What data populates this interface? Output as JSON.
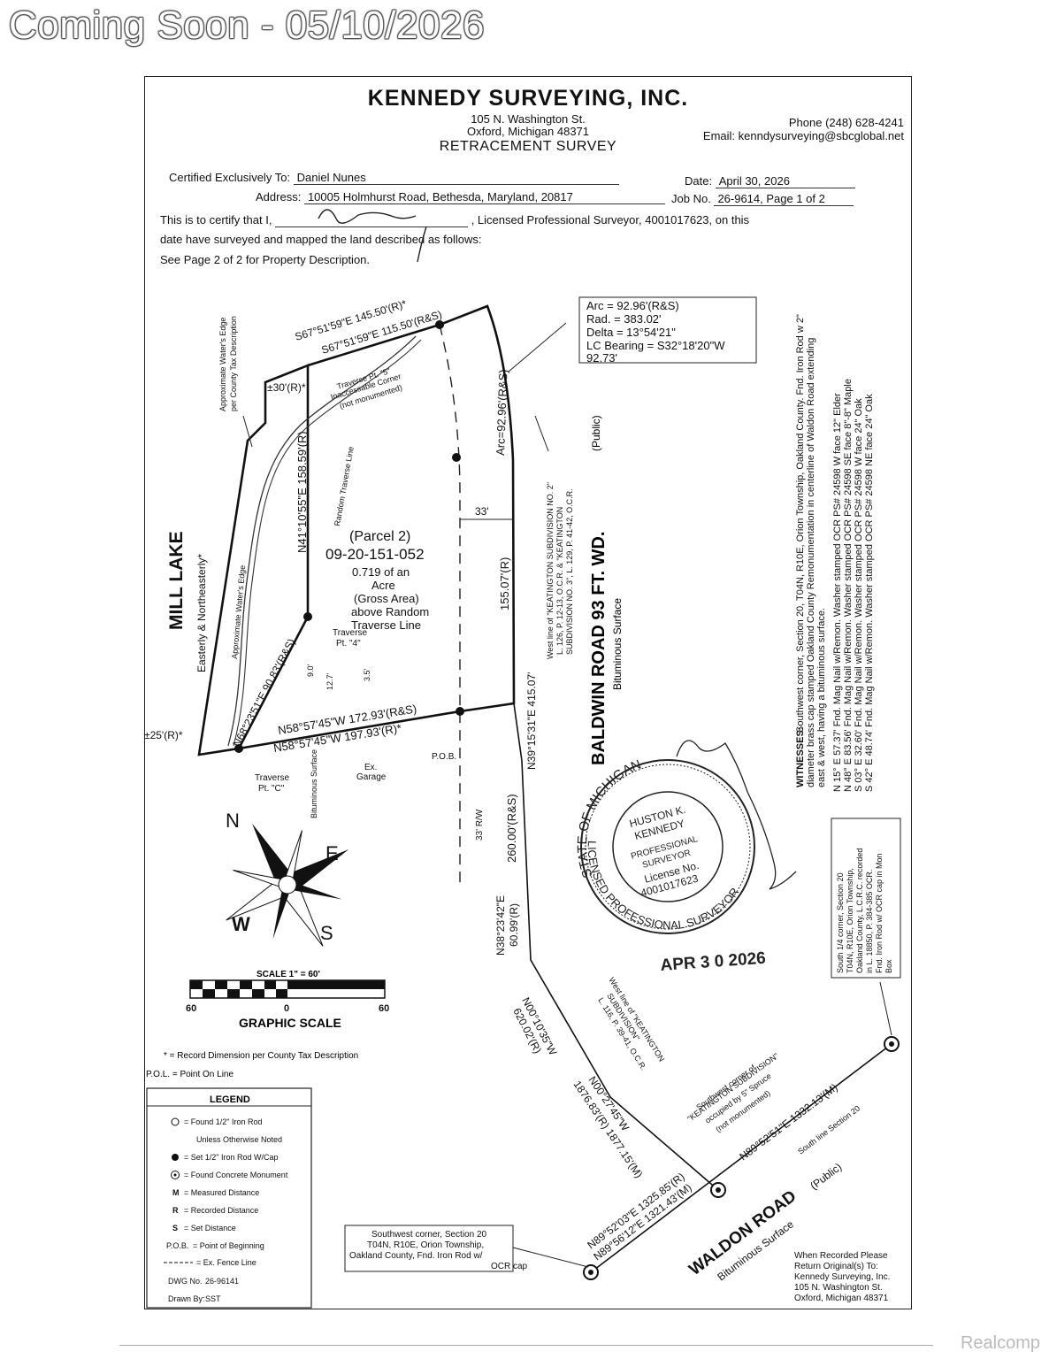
{
  "overlay": {
    "coming_soon": "Coming Soon - 05/10/2026"
  },
  "header": {
    "company": "KENNEDY SURVEYING, INC.",
    "street": "105 N. Washington St.",
    "city": "Oxford, Michigan   48371",
    "survey_type": "RETRACEMENT SURVEY",
    "phone": "Phone (248) 628-4241",
    "email": "Email: kenndysurveying@sbcglobal.net"
  },
  "cert": {
    "certified_label": "Certified Exclusively To:",
    "certified_to": "Daniel Nunes",
    "address_label": "Address:",
    "address": "10005 Holmhurst Road, Bethesda, Maryland, 20817",
    "date_label": "Date:",
    "date": "April 30, 2026",
    "job_label": "Job No.",
    "job": "26-9614, Page 1 of 2",
    "line1_a": "This is to certify that I,",
    "line1_b": ", Licensed Professional Surveyor, 4001017623, on this",
    "line2": "date have surveyed and mapped the land described as follows:",
    "line3": "See Page 2 of 2 for Property Description."
  },
  "labels": {
    "mill_lake": "MILL LAKE",
    "easterly": "Easterly & Northeasterly*",
    "water_edge1": "Approximate Water's Edge",
    "water_edge2": "per County Tax Description",
    "water_edge3": "Approximate Water's Edge",
    "top_b1": "S67°51'59\"E 145.50'(R)*",
    "top_b2": "S67°51'59\"E 115.50'(R&S)",
    "plus30": "±30'(R)*",
    "trav5a": "Traverse Pt. \"5\"",
    "trav5b": "Inaccessable Corner",
    "trav5c": "(not monumented)",
    "random_trav": "Random Traverse Line",
    "left_b": "N41°10'55\"E 158.59'(R)",
    "parcel1": "(Parcel 2)",
    "parcel2": "09-20-151-052",
    "parcel3": "0.719 of an",
    "parcel4": "Acre",
    "parcel5": "(Gross Area)",
    "parcel6": "above Random",
    "parcel7": "Traverse Line",
    "arc_side": "Arc=92.96'(R&S)",
    "d33": "33'",
    "d155": "155.07'(R)",
    "curve1": "Arc = 92.96'(R&S)",
    "curve2": "Rad. = 383.02'",
    "curve3": "Delta = 13°54'21\"",
    "curve4": "LC Bearing = S32°18'20\"W",
    "curve5": "92.73'",
    "keat1": "West line of \"KEATINGTON SUBDIVISION NO. 2\"",
    "keat2": "L. 126, P. 12-13, O.C.R. & \"KEATINGTON",
    "keat3": "SUBDIVISION NO. 3\", L. 129, P. 41-42, O.C.R.",
    "public1": "(Public)",
    "baldwin": "BALDWIN ROAD 93 FT. WD.",
    "bitum1": "Bituminous Surface",
    "trav4a": "Traverse",
    "trav4b": "Pt. \"4\"",
    "sw_b": "N68°23'51\"E 90.83'(R&S)",
    "d9": "9.0'",
    "d127": "12.7'",
    "d35": "3.5'",
    "bot_b1": "N58°57'45\"W  172.93'(R&S)",
    "bot_b2": "N58°57'45\"W  197.93'(R)*",
    "plus25": "±25'(R)*",
    "travca": "Traverse",
    "travcb": "Pt. \"C\"",
    "bitdrive": "Bituminous Surface",
    "garage1": "Ex.",
    "garage2": "Garage",
    "pob": "P.O.B.",
    "d415": "N39°15'31\"E  415.07'",
    "d260": "260.00'(R&S)",
    "rw33": "33' R/W",
    "d6099a": "N38°23'42\"E",
    "d6099b": "60.99'(R)",
    "witnesses_title": "WITNESSES:",
    "w_desc1": "Southwest corner, Section 20, T04N, R10E, Orion Township, Oakland County. Fnd. Iron Rod w 2\"",
    "w_desc2": "diameter brass cap stamped Oakland County Remonumentation in centerline of Waldon Road extending",
    "w_desc3": "east & west, having a bituminous surface.",
    "w1": "N 15° E   57.37'   Fnd. Mag Nail w/Remon. Washer stamped OCR PS# 24598 W face 12\" Elder",
    "w2": "N 48° E   83.56'   Fnd. Mag Nail w/Remon. Washer stamped OCR PS# 24598 SE face 8\"-8\" Maple",
    "w3": "S 03° E   32.60'   Fnd. Mag Nail w/Remon. Washer stamped OCR PS# 24598 W face 24\" Oak",
    "w4": "S 42° E   48.74'   Fnd. Mag Nail w/Remon. Washer stamped OCR PS# 24598 NE face 24\" Oak",
    "seal_outer1": "STATE OF MICHIGAN",
    "seal_outer2": "LICENSED PROFESSIONAL SURVEYOR",
    "seal_in1": "HUSTON K.",
    "seal_in2": "KENNEDY",
    "seal_in3": "PROFESSIONAL",
    "seal_in4": "SURVEYOR",
    "seal_in5": "License No.",
    "seal_in6": "4001017623",
    "stamp_date": "APR 3 0 2026",
    "compass_n": "N",
    "compass_e": "E",
    "compass_s": "S",
    "compass_w": "W",
    "scale_title": "SCALE 1\" = 60'",
    "scale_60a": "60",
    "scale_0": "0",
    "scale_60b": "60",
    "graphic_scale": "GRAPHIC SCALE",
    "record_note": "* = Record Dimension per County Tax Description",
    "pol_note": "P.O.L. = Point On Line",
    "d620a": "N00°10'35\"W",
    "d620b": "620.02'(R)",
    "keat_w1": "West line of \"KEATINGTON",
    "keat_w2": "SUBDIVISION\"",
    "keat_w3": "L. 116, P. 39-41, O.C.R.",
    "d1876a": "N00°27'45\"W",
    "d1876b": "1876.83'(R) 1877.15'(M)",
    "swk1": "Southwest corner of",
    "swk2": "\"KEATINGTON SUBDIVISION\"",
    "swk3": "occupied by 5\" Spruce",
    "swk4": "(not monumented)",
    "s14_1": "South 1/4 corner, Section 20",
    "s14_2": "T04N, R10E, Orion Township,",
    "s14_3": "Oakland County, L.C.R.C. recorded",
    "s14_4": "in L. 18850, P. 384-385 OCR.",
    "s14_5": "Fnd. Iron Rod w/ OCR cap in Mon",
    "s14_6": "Box",
    "d1332": "N89°52'51\"E 1332.13'(M)",
    "south_line": "South line Section 20",
    "waldon": "WALDON ROAD",
    "public2": "(Public)",
    "bitum2": "Bituminous Surface",
    "d1325a": "N89°52'03\"E 1325.85'(R)",
    "d1325b": "N89°56'12\"E 1321.43'(M)",
    "swc1": "Southwest corner, Section 20",
    "swc2": "T04N, R10E, Orion Township,",
    "swc3": "Oakland County, Fnd. Iron Rod w/",
    "swc4": "OCR cap",
    "ret1": "When Recorded Please",
    "ret2": "Return Original(s) To:",
    "ret3": "Kennedy Surveying, Inc.",
    "ret4": "105 N. Washington St.",
    "ret5": "Oxford, Michigan   48371"
  },
  "legend": {
    "title": "LEGEND",
    "items": [
      "= Found 1/2\" Iron Rod",
      "Unless Otherwise Noted",
      "= Set 1/2\" Iron Rod W/Cap",
      "= Found Concrete Monument",
      "= Measured Distance",
      "= Recorded Distance",
      "= Set Distance",
      "= Point of Beginning",
      "= Ex. Fence Line"
    ],
    "keys": [
      "M",
      "R",
      "S",
      "P.O.B."
    ],
    "dwg_label": "DWG No.",
    "dwg": "26-96141",
    "drawn_label": "Drawn By:",
    "drawn": "SST"
  },
  "footer": {
    "realcomp": "Realcomp"
  }
}
